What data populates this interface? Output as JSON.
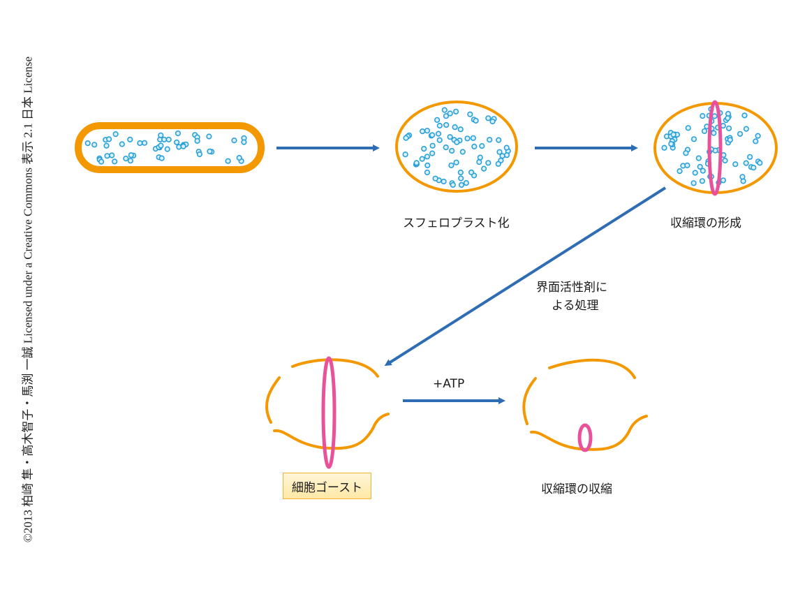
{
  "credit": "©2013 柏崎 隼・高木智子・馬渕 一誠 Licensed under a Creative Commons 表示 2.1 日本 License",
  "colors": {
    "cell_wall": "#F39800",
    "membrane": "#F39800",
    "vesicle": "#29A0DA",
    "vesicle_fill": "#D9F0FB",
    "contractile_ring": "#E8529B",
    "arrow": "#2E6DB4",
    "label_box_border": "#F2B233"
  },
  "stages": [
    {
      "id": "rod-cell",
      "label": ""
    },
    {
      "id": "spheroplast",
      "label": "スフェロプラスト化"
    },
    {
      "id": "ring-formation",
      "label": "収縮環の形成"
    },
    {
      "id": "cell-ghost",
      "label": "細胞ゴースト"
    },
    {
      "id": "ring-contraction",
      "label": "収縮環の収縮"
    }
  ],
  "arrows": [
    {
      "from": "rod-cell",
      "to": "spheroplast",
      "label": ""
    },
    {
      "from": "spheroplast",
      "to": "ring-formation",
      "label": ""
    },
    {
      "from": "ring-formation",
      "to": "cell-ghost",
      "label_line1": "界面活性剤に",
      "label_line2": "よる処理"
    },
    {
      "from": "cell-ghost",
      "to": "ring-contraction",
      "label": "+ATP"
    }
  ]
}
